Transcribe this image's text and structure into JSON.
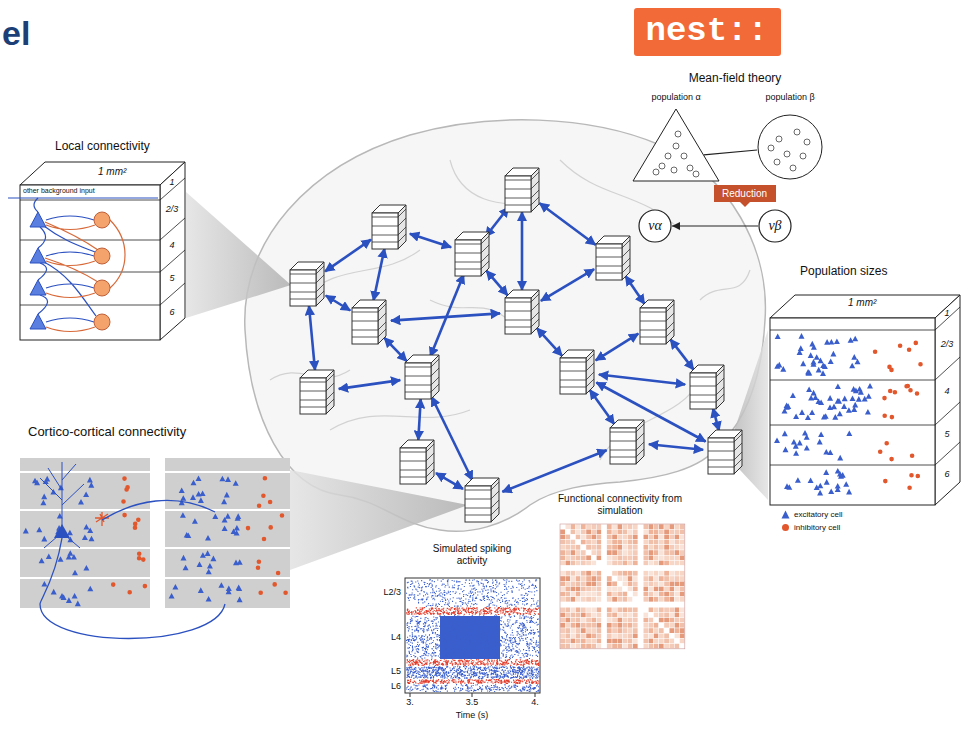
{
  "diagram": {
    "title": "el",
    "nodes": [
      {
        "text": [
          "nest::"
        ]
      },
      {
        "text": [
          "Local connectivity",
          "1 mm²"
        ]
      },
      {
        "text": [
          "population α"
        ]
      },
      {
        "text": [
          "population β"
        ]
      },
      {
        "text": [
          "Reduction"
        ]
      },
      {
        "text": [
          "να"
        ]
      },
      {
        "text": [
          "νβ"
        ]
      },
      {
        "text": [
          "Population sizes",
          "1 mm²"
        ]
      }
    ],
    "edges": [
      {
        "from": 2,
        "to": 3,
        "arrow": "none"
      },
      {
        "from": 6,
        "to": 5,
        "arrow": "to"
      }
    ],
    "labels": [
      "other background input",
      "1",
      "2/3",
      "4",
      "5",
      "6",
      "Mean-field theory",
      "1",
      "2/3",
      "4",
      "5",
      "6",
      "Cortico-cortical connectivity",
      "Simulated spiking activity",
      "L2/3",
      "L4",
      "L5",
      "L6",
      "3.",
      "3.5",
      "4.",
      "Time (s)",
      "Functional connectivity from simulation"
    ],
    "legend": [
      {
        "text": "excitatory cell"
      },
      {
        "text": "inhibitory cell"
      }
    ]
  }
}
